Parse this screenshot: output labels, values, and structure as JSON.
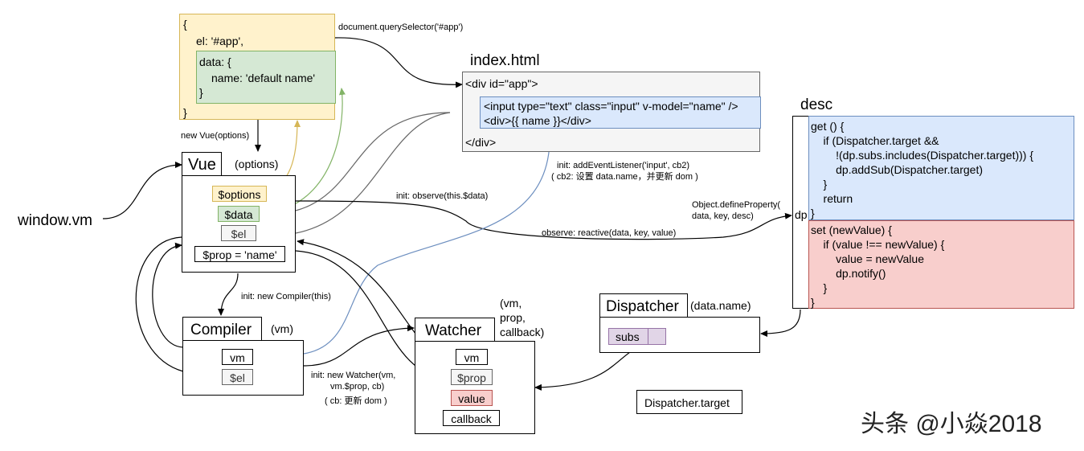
{
  "options_box": {
    "open_brace": "{",
    "el_line": "el: '#app',",
    "data_open": "data: {",
    "name_line": "name: 'default name'",
    "data_close": "}",
    "close_brace": "}"
  },
  "labels": {
    "query_selector": "document.querySelector('#app')",
    "new_vue": "new Vue(options)",
    "window_vm": "window.vm",
    "init_observe": "init: observe(this.$data)",
    "init_listener_1": "init: addEventListener('input', cb2)",
    "init_listener_2": "( cb2: 设置 data.name，并更新 dom )",
    "define_property_1": "Object.defineProperty(",
    "define_property_2": "data, key, desc)",
    "observe_reactive": "observe: reactive(data, key, value)",
    "init_compiler": "init: new Compiler(this)",
    "init_watcher_1": "init: new Watcher(vm,",
    "init_watcher_2": "vm.$prop, cb)",
    "cb_note": "( cb: 更新 dom )",
    "dispatcher_target": "Dispatcher.target",
    "watermark": "头条 @小焱2018"
  },
  "index_html": {
    "title": "index.html",
    "div_open": "<div id=\"app\">",
    "input_line": "<input type=\"text\" class=\"input\" v-model=\"name\" />",
    "div_name": "<div>{{ name }}</div>",
    "div_close": "</div>"
  },
  "vue": {
    "title": "Vue",
    "param": "(options)",
    "options": "$options",
    "data": "$data",
    "el": "$el",
    "prop": "$prop = 'name'"
  },
  "compiler": {
    "title": "Compiler",
    "param": "(vm)",
    "vm": "vm",
    "el": "$el"
  },
  "watcher": {
    "title": "Watcher",
    "param_1": "(vm,",
    "param_2": "prop,",
    "param_3": "callback)",
    "vm": "vm",
    "prop": "$prop",
    "value": "value",
    "callback": "callback"
  },
  "dispatcher": {
    "title": "Dispatcher",
    "param": "(data.name)",
    "subs": "subs"
  },
  "desc": {
    "title": "desc",
    "dp": "dp",
    "get_lines": [
      "get () {",
      "    if (Dispatcher.target &&",
      "        !(dp.subs.includes(Dispatcher.target))) {",
      "        dp.addSub(Dispatcher.target)",
      "    }",
      "    return",
      "}"
    ],
    "set_lines": [
      "set (newValue) {",
      "    if (value !== newValue) {",
      "        value = newValue",
      "        dp.notify()",
      "    }",
      "}"
    ]
  },
  "colors": {
    "yellow_bg": "#fff2cc",
    "yellow_border": "#d6b656",
    "green_bg": "#d5e8d4",
    "green_border": "#82b366",
    "blue_bg": "#dae8fc",
    "blue_border": "#6c8ebf",
    "red_bg": "#f8cecc",
    "red_border": "#b85450",
    "purple_bg": "#e1d5e7",
    "purple_border": "#9673a6",
    "gray_bg": "#f5f5f5",
    "gray_border": "#666666"
  }
}
